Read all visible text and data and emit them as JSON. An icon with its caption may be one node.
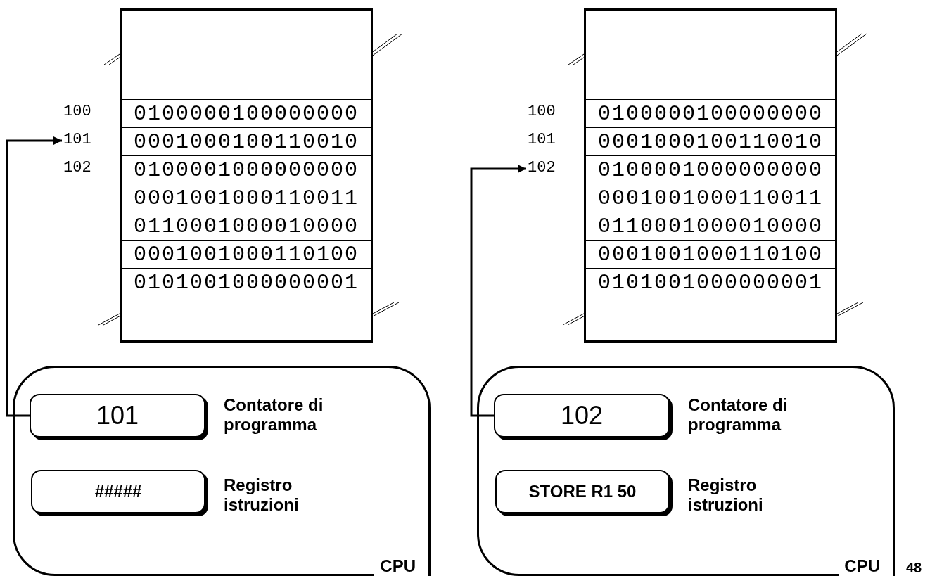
{
  "diagram": {
    "nodes": [
      {
        "text": [],
        "shape": "box"
      },
      {
        "text": [
          "0100000100000000"
        ],
        "in": 0
      },
      {
        "text": [
          "0001000100110010"
        ],
        "in": 0
      },
      {
        "text": [
          "0100001000000000"
        ],
        "in": 0
      },
      {
        "text": [
          "0001001000110011"
        ],
        "in": 0
      },
      {
        "text": [
          "0110001000010000"
        ],
        "in": 0
      },
      {
        "text": [
          "0001001000110100"
        ],
        "in": 0
      },
      {
        "text": [
          "0101001000000001"
        ],
        "in": 0
      },
      {
        "text": [
          "101"
        ]
      },
      {
        "text": [
          "CPU"
        ]
      },
      {
        "text": [
          "101"
        ],
        "in": 9,
        "beside": [
          "Contatore di programma"
        ]
      },
      {
        "text": [
          "#####"
        ],
        "in": 9,
        "beside": [
          "Registro istruzioni"
        ]
      },
      {
        "text": [],
        "shape": "box"
      },
      {
        "text": [
          "0100000100000000"
        ],
        "in": 12
      },
      {
        "text": [
          "0001000100110010"
        ],
        "in": 12
      },
      {
        "text": [
          "0100001000000000"
        ],
        "in": 12
      },
      {
        "text": [
          "0001001000110011"
        ],
        "in": 12
      },
      {
        "text": [
          "0110001000010000"
        ],
        "in": 12
      },
      {
        "text": [
          "0001001000110100"
        ],
        "in": 12
      },
      {
        "text": [
          "0101001000000001"
        ],
        "in": 12
      },
      {
        "text": [
          "102"
        ]
      },
      {
        "text": [
          "CPU"
        ]
      },
      {
        "text": [
          "102"
        ],
        "in": 21,
        "beside": [
          "Contatore di programma"
        ]
      },
      {
        "text": [
          "STORE R1 50"
        ],
        "in": 21,
        "beside": [
          "Registro istruzioni"
        ]
      }
    ],
    "edges": [
      {
        "from": 10,
        "to": 8,
        "arrow": "to"
      },
      {
        "from": 22,
        "to": 20,
        "arrow": "to"
      }
    ],
    "labels": [
      "100",
      "102",
      "100",
      "101",
      "48"
    ]
  }
}
